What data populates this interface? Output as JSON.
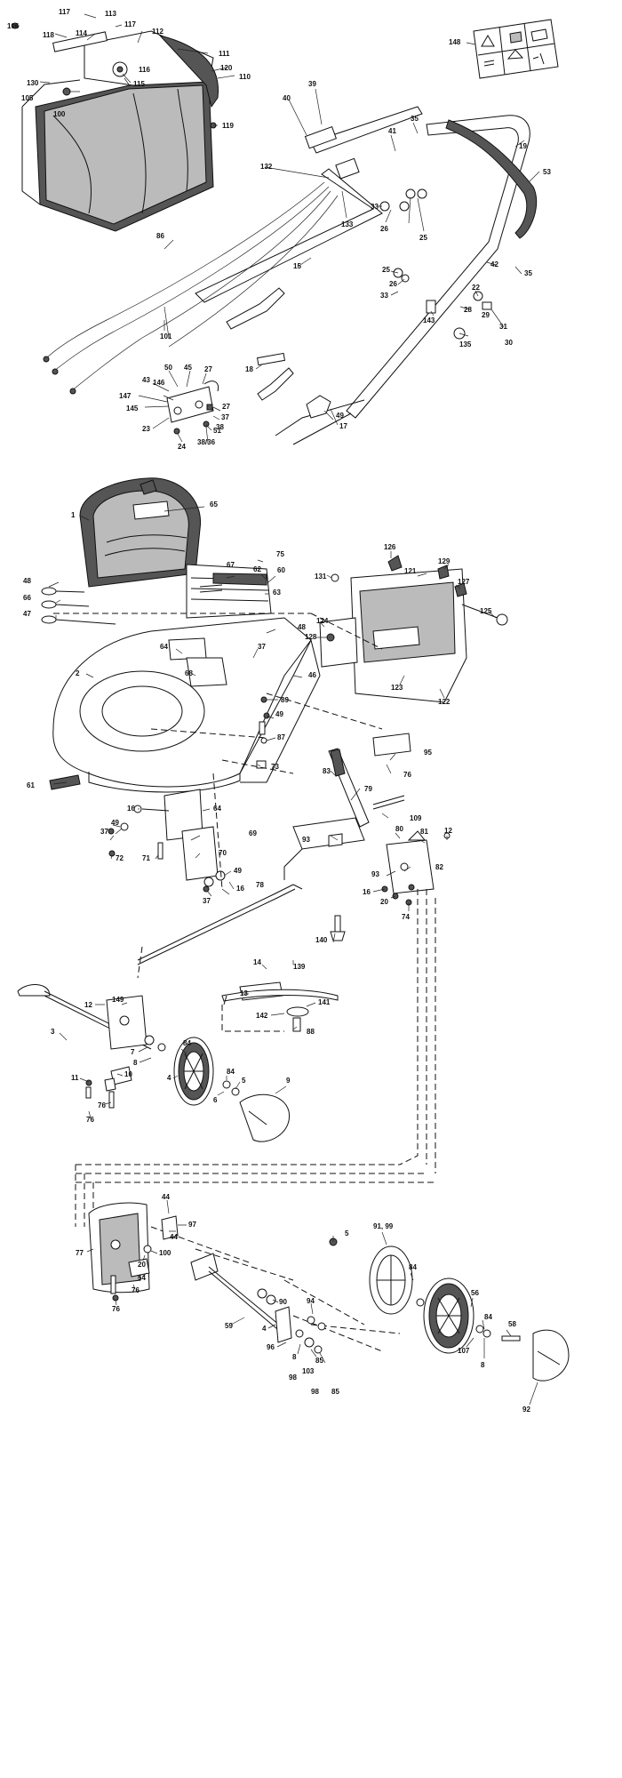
{
  "diagram": {
    "labels": [
      {
        "id": "l106",
        "text": "106"
      },
      {
        "id": "l117a",
        "text": "117"
      },
      {
        "id": "l113",
        "text": "113"
      },
      {
        "id": "l117b",
        "text": "117"
      },
      {
        "id": "l118",
        "text": "118"
      },
      {
        "id": "l114",
        "text": "114"
      },
      {
        "id": "l112",
        "text": "112"
      },
      {
        "id": "l111",
        "text": "111"
      },
      {
        "id": "l116",
        "text": "116"
      },
      {
        "id": "l120",
        "text": "120"
      },
      {
        "id": "l110",
        "text": "110"
      },
      {
        "id": "l130",
        "text": "130"
      },
      {
        "id": "l115",
        "text": "115"
      },
      {
        "id": "l105",
        "text": "105"
      },
      {
        "id": "l100a",
        "text": "100"
      },
      {
        "id": "l119",
        "text": "119"
      },
      {
        "id": "l148",
        "text": "148"
      },
      {
        "id": "l39",
        "text": "39"
      },
      {
        "id": "l40",
        "text": "40"
      },
      {
        "id": "l35a",
        "text": "35"
      },
      {
        "id": "l41",
        "text": "41"
      },
      {
        "id": "l19",
        "text": "19"
      },
      {
        "id": "l53",
        "text": "53"
      },
      {
        "id": "l132",
        "text": "132"
      },
      {
        "id": "l33a",
        "text": "33"
      },
      {
        "id": "l133",
        "text": "133"
      },
      {
        "id": "l26a",
        "text": "26"
      },
      {
        "id": "l25a",
        "text": "25"
      },
      {
        "id": "l86",
        "text": "86"
      },
      {
        "id": "l15",
        "text": "15"
      },
      {
        "id": "l42",
        "text": "42"
      },
      {
        "id": "l35b",
        "text": "35"
      },
      {
        "id": "l25b",
        "text": "25"
      },
      {
        "id": "l26b",
        "text": "26"
      },
      {
        "id": "l33b",
        "text": "33"
      },
      {
        "id": "l22",
        "text": "22"
      },
      {
        "id": "l28",
        "text": "28"
      },
      {
        "id": "l29",
        "text": "29"
      },
      {
        "id": "l143",
        "text": "143"
      },
      {
        "id": "l31",
        "text": "31"
      },
      {
        "id": "l30",
        "text": "30"
      },
      {
        "id": "l135",
        "text": "135"
      },
      {
        "id": "l101",
        "text": "101"
      },
      {
        "id": "l18a",
        "text": "18"
      },
      {
        "id": "l50",
        "text": "50"
      },
      {
        "id": "l45",
        "text": "45"
      },
      {
        "id": "l27a",
        "text": "27"
      },
      {
        "id": "l43",
        "text": "43"
      },
      {
        "id": "l146",
        "text": "146"
      },
      {
        "id": "l147",
        "text": "147"
      },
      {
        "id": "l145",
        "text": "145"
      },
      {
        "id": "l27b",
        "text": "27"
      },
      {
        "id": "l37a",
        "text": "37"
      },
      {
        "id": "l38",
        "text": "38"
      },
      {
        "id": "l23",
        "text": "23"
      },
      {
        "id": "l51",
        "text": "51"
      },
      {
        "id": "l24",
        "text": "24"
      },
      {
        "id": "l3836",
        "text": "38/36"
      },
      {
        "id": "l49a",
        "text": "49"
      },
      {
        "id": "l17",
        "text": "17"
      },
      {
        "id": "l1",
        "text": "1"
      },
      {
        "id": "l65",
        "text": "65"
      },
      {
        "id": "l75",
        "text": "75"
      },
      {
        "id": "l67",
        "text": "67"
      },
      {
        "id": "l62",
        "text": "62"
      },
      {
        "id": "l60",
        "text": "60"
      },
      {
        "id": "l63",
        "text": "63"
      },
      {
        "id": "l48a",
        "text": "48"
      },
      {
        "id": "l66",
        "text": "66"
      },
      {
        "id": "l47",
        "text": "47"
      },
      {
        "id": "l48b",
        "text": "48"
      },
      {
        "id": "l2",
        "text": "2"
      },
      {
        "id": "l64a",
        "text": "64"
      },
      {
        "id": "l37b",
        "text": "37"
      },
      {
        "id": "l68",
        "text": "68"
      },
      {
        "id": "l46",
        "text": "46"
      },
      {
        "id": "l89",
        "text": "89"
      },
      {
        "id": "l49b",
        "text": "49"
      },
      {
        "id": "l87",
        "text": "87"
      },
      {
        "id": "l61",
        "text": "61"
      },
      {
        "id": "l126",
        "text": "126"
      },
      {
        "id": "l121",
        "text": "121"
      },
      {
        "id": "l129",
        "text": "129"
      },
      {
        "id": "l131",
        "text": "131"
      },
      {
        "id": "l127",
        "text": "127"
      },
      {
        "id": "l124",
        "text": "124"
      },
      {
        "id": "l125",
        "text": "125"
      },
      {
        "id": "l128",
        "text": "128"
      },
      {
        "id": "l123",
        "text": "123"
      },
      {
        "id": "l122",
        "text": "122"
      },
      {
        "id": "l95",
        "text": "95"
      },
      {
        "id": "l76a",
        "text": "76"
      },
      {
        "id": "l73",
        "text": "73"
      },
      {
        "id": "l83",
        "text": "83"
      },
      {
        "id": "l79",
        "text": "79"
      },
      {
        "id": "l109",
        "text": "109"
      },
      {
        "id": "l16a",
        "text": "16"
      },
      {
        "id": "l64b",
        "text": "64"
      },
      {
        "id": "l49c",
        "text": "49"
      },
      {
        "id": "l37c",
        "text": "37"
      },
      {
        "id": "l72",
        "text": "72"
      },
      {
        "id": "l71",
        "text": "71"
      },
      {
        "id": "l69",
        "text": "69"
      },
      {
        "id": "l70",
        "text": "70"
      },
      {
        "id": "l49d",
        "text": "49"
      },
      {
        "id": "l16b",
        "text": "16"
      },
      {
        "id": "l37d",
        "text": "37"
      },
      {
        "id": "l78",
        "text": "78"
      },
      {
        "id": "l93a",
        "text": "93"
      },
      {
        "id": "l80",
        "text": "80"
      },
      {
        "id": "l81",
        "text": "81"
      },
      {
        "id": "l12a",
        "text": "12"
      },
      {
        "id": "l93b",
        "text": "93"
      },
      {
        "id": "l82",
        "text": "82"
      },
      {
        "id": "l16c",
        "text": "16"
      },
      {
        "id": "l20a",
        "text": "20"
      },
      {
        "id": "l74",
        "text": "74"
      },
      {
        "id": "l140",
        "text": "140"
      },
      {
        "id": "l14",
        "text": "14"
      },
      {
        "id": "l139",
        "text": "139"
      },
      {
        "id": "l13",
        "text": "13"
      },
      {
        "id": "l141",
        "text": "141"
      },
      {
        "id": "l142",
        "text": "142"
      },
      {
        "id": "l88",
        "text": "88"
      },
      {
        "id": "l12b",
        "text": "12"
      },
      {
        "id": "l149",
        "text": "149"
      },
      {
        "id": "l3",
        "text": "3"
      },
      {
        "id": "l7",
        "text": "7"
      },
      {
        "id": "l8a",
        "text": "8"
      },
      {
        "id": "l84a",
        "text": "84"
      },
      {
        "id": "l10",
        "text": "10"
      },
      {
        "id": "l4a",
        "text": "4"
      },
      {
        "id": "l84b",
        "text": "84"
      },
      {
        "id": "l5a",
        "text": "5"
      },
      {
        "id": "l6",
        "text": "6"
      },
      {
        "id": "l9",
        "text": "9"
      },
      {
        "id": "l11",
        "text": "11"
      },
      {
        "id": "l76b",
        "text": "76"
      },
      {
        "id": "l76c",
        "text": "76"
      },
      {
        "id": "l44a",
        "text": "44"
      },
      {
        "id": "l97",
        "text": "97"
      },
      {
        "id": "l44b",
        "text": "44"
      },
      {
        "id": "l77",
        "text": "77"
      },
      {
        "id": "l100b",
        "text": "100"
      },
      {
        "id": "l20b",
        "text": "20"
      },
      {
        "id": "l54",
        "text": "54"
      },
      {
        "id": "l76d",
        "text": "76"
      },
      {
        "id": "l76e",
        "text": "76"
      },
      {
        "id": "l5b",
        "text": "5"
      },
      {
        "id": "l9199",
        "text": "91, 99"
      },
      {
        "id": "l84c",
        "text": "84"
      },
      {
        "id": "l56",
        "text": "56"
      },
      {
        "id": "l90",
        "text": "90"
      },
      {
        "id": "l59",
        "text": "59"
      },
      {
        "id": "l94",
        "text": "94"
      },
      {
        "id": "l4b",
        "text": "4"
      },
      {
        "id": "l96",
        "text": "96"
      },
      {
        "id": "l8b",
        "text": "8"
      },
      {
        "id": "l85a",
        "text": "85"
      },
      {
        "id": "l103",
        "text": "103"
      },
      {
        "id": "l98a",
        "text": "98"
      },
      {
        "id": "l98b",
        "text": "98"
      },
      {
        "id": "l85b",
        "text": "85"
      },
      {
        "id": "l84d",
        "text": "84"
      },
      {
        "id": "l107",
        "text": "107"
      },
      {
        "id": "l58",
        "text": "58"
      },
      {
        "id": "l8c",
        "text": "8"
      },
      {
        "id": "l92",
        "text": "92"
      }
    ]
  }
}
